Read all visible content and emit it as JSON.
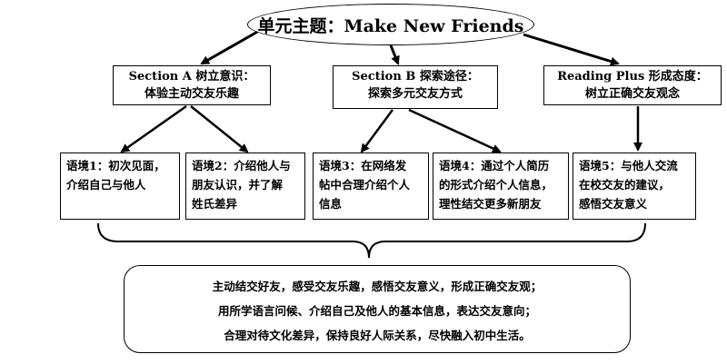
{
  "title": "单元主题：Make New Friends",
  "sections": [
    {
      "line1": "Section A 树立意识：",
      "line2": "体验主动交友乐趣"
    },
    {
      "line1": "Section B 探索途径：",
      "line2": "探索多元交友方式"
    },
    {
      "line1": "Reading Plus 形成态度：",
      "line2": "树立正确交友观念"
    }
  ],
  "contexts": [
    {
      "lines": [
        "语境1：初次见面，",
        "介绍自己与他人"
      ]
    },
    {
      "lines": [
        "语境2：介绍他人与",
        "朋友认识，并了解",
        "姓氏差异"
      ]
    },
    {
      "lines": [
        "语境3：在网络发",
        "帖中合理介绍个人",
        "信息"
      ]
    },
    {
      "lines": [
        "语境4：通过个人简历",
        "的形式介绍个人信息，",
        "理性结交更多新朋友"
      ]
    },
    {
      "lines": [
        "语境5：与他人交流",
        "在校交友的建议，",
        "感悟交友意义"
      ]
    }
  ],
  "summary": [
    "主动结交好友，感受交友乐趣，感悟交友意义，形成正确交友观；",
    "用所学语言问候、介绍自己及他人的基本信息，表达交友意向；",
    "合理对待文化差异，保持良好人际关系，尽快融入初中生活。"
  ]
}
